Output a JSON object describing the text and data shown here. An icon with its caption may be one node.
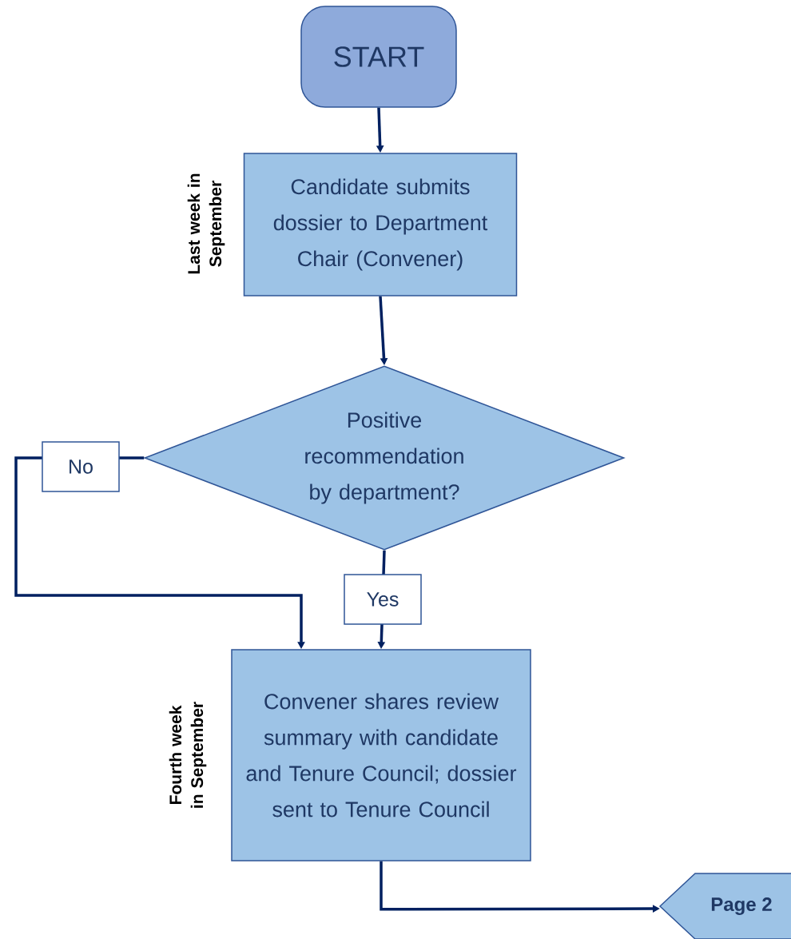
{
  "diagram": {
    "nodes": [
      {
        "text": [
          "START"
        ]
      },
      {
        "text": [
          "Candidate submits dossier to Department Chair (Convener)"
        ],
        "beside": [
          "Last week in September"
        ]
      },
      {
        "text": [
          "Positive recommendation by department?"
        ]
      },
      {
        "text": [
          "Convener shares review summary with candidate and Tenure Council; dossier sent to Tenure Council"
        ],
        "beside": [
          "Fourth week in September"
        ]
      },
      {
        "text": [
          "Page 2"
        ]
      }
    ],
    "edges": [
      {
        "from": 0,
        "to": 1,
        "arrow": "to"
      },
      {
        "from": 1,
        "to": 2,
        "arrow": "to"
      },
      {
        "from": 2,
        "to": 3,
        "arrow": "to",
        "label": "No"
      },
      {
        "from": 2,
        "to": 3,
        "arrow": "to",
        "label": "Yes"
      },
      {
        "from": 3,
        "to": 4,
        "arrow": "to"
      }
    ]
  }
}
